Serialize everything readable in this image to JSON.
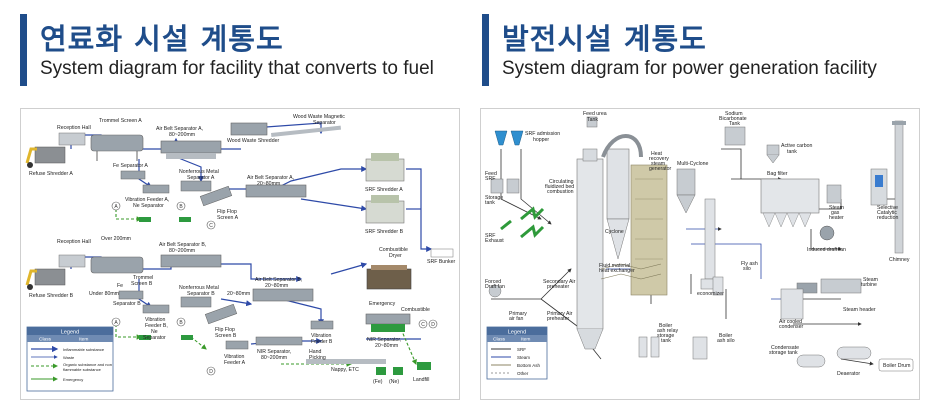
{
  "left": {
    "title_ko": "연료화 시설 계통도",
    "title_en": "System diagram for facility that converts to fuel",
    "labels": {
      "reception_hall_a": "Reception Hall",
      "trommel_screen_a": "Trommel Screen A",
      "air_belt_sep_a": "Air Belt Separator A,",
      "air_belt_sep_a2": "80~200mm",
      "wood_waste_magnetic": "Wood Waste Magnetic",
      "wood_waste_magnetic2": "Separator",
      "wood_waste_shredder": "Wood Waste Shredder",
      "refuse_shredder_a": "Refuse Shredder A",
      "fe_separator_a": "Fe Separator A",
      "nonferrous_a": "Nonferrous Metal",
      "nonferrous_a2": "Separator A",
      "vibration_feeder_a": "Vibration Feeder A,",
      "vibration_feeder_a2": "Ne Separator",
      "air_belt_sep_a20": "Air Belt Separator A,",
      "air_belt_sep_a20b": "20~80mm",
      "srf_shredder_a": "SRF Shredder A",
      "srf_shredder_b": "SRF Shredder B",
      "flip_flop_a": "Flip Flop",
      "flip_flop_a2": "Screen A",
      "reception_hall_b": "Reception Hall",
      "over_200": "Over 200mm",
      "air_belt_sep_b": "Air Belt Separator B,",
      "air_belt_sep_b2": "80~200mm",
      "trommel_screen_b": "Trommel",
      "trommel_screen_b2": "Screen B",
      "refuse_shredder_b": "Refuse Shredder B",
      "under_80": "Under 80mm",
      "fe_sep_b": "Fe",
      "fe_sep_b2": "Separator B",
      "vibration_feeder_b": "Vibration",
      "vibration_feeder_b2": "Feeder B,",
      "vibration_feeder_b3": "Ne",
      "vibration_feeder_b4": "Separator",
      "nonferrous_b": "Nonferrous Metal",
      "nonferrous_b2": "Separator B",
      "air_belt_sep_b20": "Air Belt Separator B,",
      "air_belt_sep_b20b": "20~80mm",
      "combustible_dryer": "Combustible",
      "combustible_dryer2": "Dryer",
      "srf_bunker": "SRF Bunker",
      "emergency": "Emergency",
      "combustible": "Combustible",
      "flip_flop_b": "Flip Flop",
      "flip_flop_b2": "Screen B",
      "vibration_feeder_b_lo": "Vibration",
      "vibration_feeder_b_lo2": "Feeder B",
      "nir_separator": "NIR Separator,",
      "nir_separator2": "20~80mm",
      "vibration_feeder_a_lo": "Vibration",
      "vibration_feeder_a_lo2": "Feeder A",
      "nir_sep_80": "NIR Separator,",
      "nir_sep_80b": "80~200mm",
      "hand_picking": "Hand",
      "hand_picking2": "Picking",
      "nappy": "Nappy, ETC",
      "fe": "(Fe)",
      "ne": "(Ne)",
      "landfill": "Landfill",
      "twenty_80": "20~80mm",
      "circle_a": "A",
      "circle_b": "B",
      "circle_c": "C",
      "circle_d": "D"
    },
    "legend": {
      "title": "Legend",
      "col_class": "Class",
      "col_item": "Item",
      "rows": [
        "Inflammable substance",
        "Waste",
        "Organic substance and non",
        "flammable substance",
        "Emergency"
      ]
    }
  },
  "right": {
    "title_ko": "발전시설 계통도",
    "title_en": "System diagram for power generation facility",
    "labels": {
      "feed_urea": "Feed urea",
      "feed_urea2": "Tank",
      "sodium_bicarbonate": "Sodium",
      "sodium_bicarbonate2": "Bicarbonate",
      "sodium_bicarbonate3": "Tank",
      "srf_admission": "SRF admission",
      "srf_admission2": "hopper",
      "heat_recovery": "Heat",
      "heat_recovery2": "recovery",
      "heat_recovery3": "steam",
      "heat_recovery4": "generator",
      "multi_cyclone": "Multi-Cyclone",
      "active_carbon": "Active carbon",
      "active_carbon2": "tank",
      "feed_srf": "Feed",
      "feed_srf2": "SRF",
      "feed_srf3": "Storage",
      "feed_srf4": "tank",
      "cfb": "Circulating",
      "cfb2": "fluidized bed",
      "cfb3": "combustion",
      "bag_filter": "Bag filter",
      "steam_gas_heater": "Steam",
      "steam_gas_heater2": "gas",
      "steam_gas_heater3": "heater",
      "scr": "Selective",
      "scr2": "Catalytic",
      "scr3": "reduction",
      "srf_exhaust": "SRF",
      "srf_exhaust2": "Exhaust",
      "cyclone": "Cyclone",
      "induced_draft": "Induced draft fan",
      "chimney": "Chimney",
      "fly_ash_silo": "Fly ash",
      "fly_ash_silo2": "silo",
      "forced_draft": "Forced",
      "forced_draft2": "Draft fan",
      "secondary_air": "Secondary Air",
      "secondary_air2": "preheater",
      "fluid_bed_hx": "Fluid material",
      "fluid_bed_hx2": "heat exchanger",
      "economizer": "economizer",
      "steam_turbine": "Steam",
      "steam_turbine2": "turbine",
      "primary_air_fan": "Primary",
      "primary_air_fan2": "air fan",
      "primary_air_preheater": "Primary Air",
      "primary_air_preheater2": "preheater",
      "steam_header": "Steam header",
      "boiler_ash_relay": "Boiler",
      "boiler_ash_relay2": "ash relay",
      "boiler_ash_relay3": "storage",
      "boiler_ash_relay4": "tank",
      "boiler_ash_silo": "Boiler",
      "boiler_ash_silo2": "ash silo",
      "air_cooled": "Air cooled",
      "air_cooled2": "condenser",
      "condensate": "Condensate",
      "condensate2": "storage tank",
      "deaerator": "Deaerator",
      "boiler_drum": "Boiler Drum"
    },
    "legend": {
      "title": "Legend",
      "col_class": "Class",
      "col_item": "Item",
      "rows": [
        "SRF",
        "Steam",
        "Bottom Ash",
        "Other"
      ]
    }
  },
  "colors": {
    "accent": "#1f4d8a",
    "flow_blue": "#2e4aa8",
    "flow_green": "#3a9a2a",
    "equipment_gray": "#9aa3ab",
    "boiler_tan": "#cfc9a8",
    "legend_head": "#4b6d9c"
  }
}
